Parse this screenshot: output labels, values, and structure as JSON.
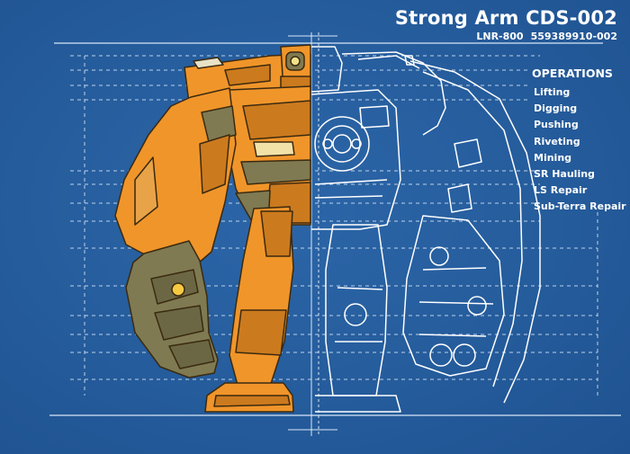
{
  "header": {
    "title": "Strong Arm CDS-002",
    "model": "LNR-800",
    "serial": "559389910-002"
  },
  "operations": {
    "title": "OPERATIONS",
    "items": [
      "Lifting",
      "Digging",
      "Pushing",
      "Riveting",
      "Mining",
      "SR Hauling",
      "LS Repair",
      "Sub-Terra Repair"
    ]
  },
  "colors": {
    "background": "#245a9a",
    "robot_orange": "#f0952a",
    "robot_olive": "#7f7a52",
    "blueprint_line": "#ffffff"
  }
}
